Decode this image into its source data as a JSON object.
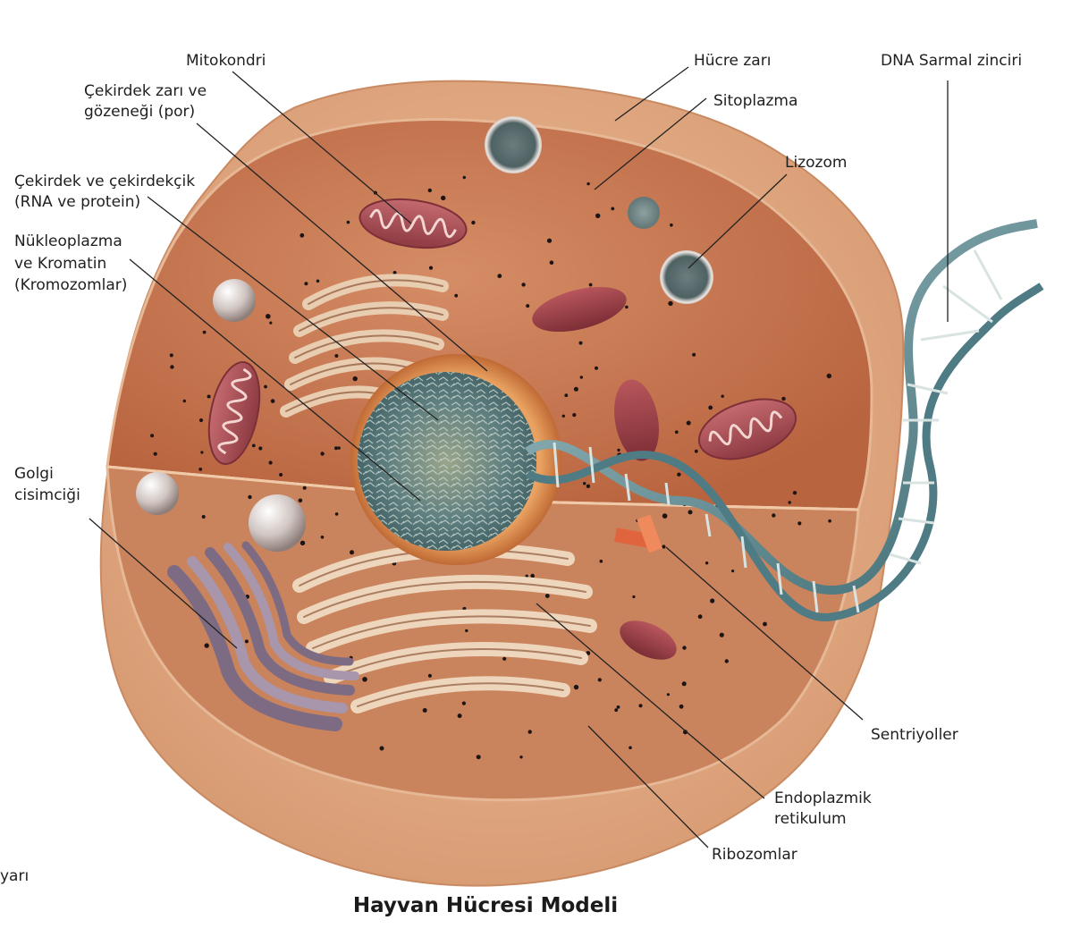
{
  "title": "Hayvan Hücresi Modeli",
  "edge_text": "yarı",
  "labels": {
    "mitokondri": "Mitokondri",
    "cekirdek_zari_1": "Çekirdek zarı ve",
    "cekirdek_zari_2": "gözeneği (por)",
    "cekirdekcik_1": "Çekirdek ve çekirdekçik",
    "cekirdekcik_2": "(RNA ve protein)",
    "nukleoplazma_1": "Nükleoplazma",
    "nukleoplazma_2": "ve Kromatin",
    "nukleoplazma_3": "(Kromozomlar)",
    "golgi_1": "Golgi",
    "golgi_2": "cisimciği",
    "hucre_zari": "Hücre zarı",
    "sitoplazma": "Sitoplazma",
    "lizozom": "Lizozom",
    "dna": "DNA Sarmal zinciri",
    "sentriyoller": "Sentriyoller",
    "er_1": "Endoplazmik",
    "er_2": "retikulum",
    "ribozomlar": "Ribozomlar"
  },
  "colors": {
    "membrane": "#e9b088",
    "cytoplasm": "#c97a55",
    "nucleus": "#5f7f80",
    "mitochondria": "#b04c55",
    "golgi": "#8c7a92",
    "er": "#e8c8a8",
    "dna": "#6f9aa3"
  }
}
